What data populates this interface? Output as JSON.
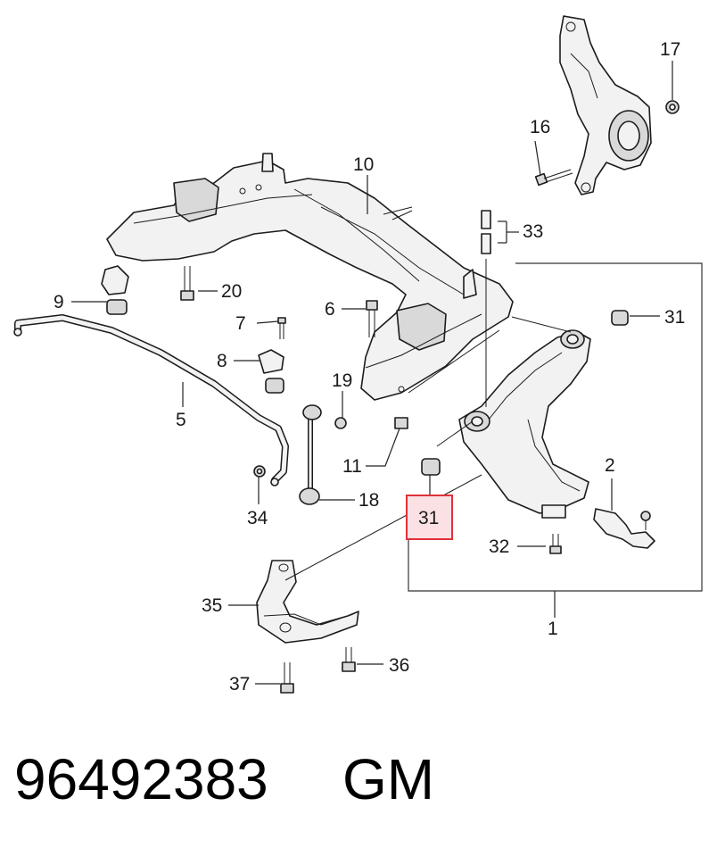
{
  "callouts": {
    "c1": "1",
    "c2": "2",
    "c5": "5",
    "c6": "6",
    "c7": "7",
    "c8": "8",
    "c9": "9",
    "c10": "10",
    "c11": "11",
    "c16": "16",
    "c17": "17",
    "c18": "18",
    "c19": "19",
    "c20": "20",
    "c31a": "31",
    "c31b": "31",
    "c32": "32",
    "c33": "33",
    "c34": "34",
    "c35": "35",
    "c36": "36",
    "c37": "37"
  },
  "highlight": {
    "label": "31",
    "color": "#e0303a",
    "fill": "#fbe1e3"
  },
  "footer": {
    "part_number": "96492383",
    "brand": "GM"
  }
}
